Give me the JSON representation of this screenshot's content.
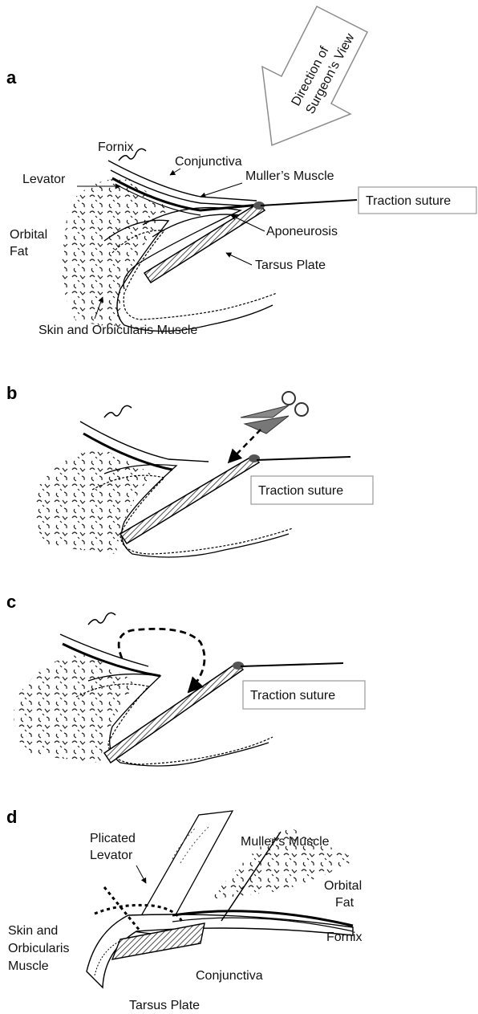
{
  "panels": {
    "a": {
      "letter": "a",
      "direction_line1": "Direction of",
      "direction_line2": "Surgeon’s View",
      "fornix": "Fornix",
      "conjunctiva": "Conjunctiva",
      "levator": "Levator",
      "muller": "Muller’s Muscle",
      "orbital_line1": "Orbital",
      "orbital_line2": "Fat",
      "aponeurosis": "Aponeurosis",
      "tarsus": "Tarsus Plate",
      "skin": "Skin and Orbicularis Muscle",
      "traction": "Traction suture"
    },
    "b": {
      "letter": "b",
      "traction": "Traction suture"
    },
    "c": {
      "letter": "c",
      "traction": "Traction suture"
    },
    "d": {
      "letter": "d",
      "plicated_line1": "Plicated",
      "plicated_line2": "Levator",
      "muller": "Muller’s Muscle",
      "orbital_line1": "Orbital",
      "orbital_line2": "Fat",
      "skin_line1": "Skin and",
      "skin_line2": "Orbicularis",
      "skin_line3": "Muscle",
      "fornix": "Fornix",
      "conjunctiva": "Conjunctiva",
      "tarsus": "Tarsus Plate"
    }
  }
}
